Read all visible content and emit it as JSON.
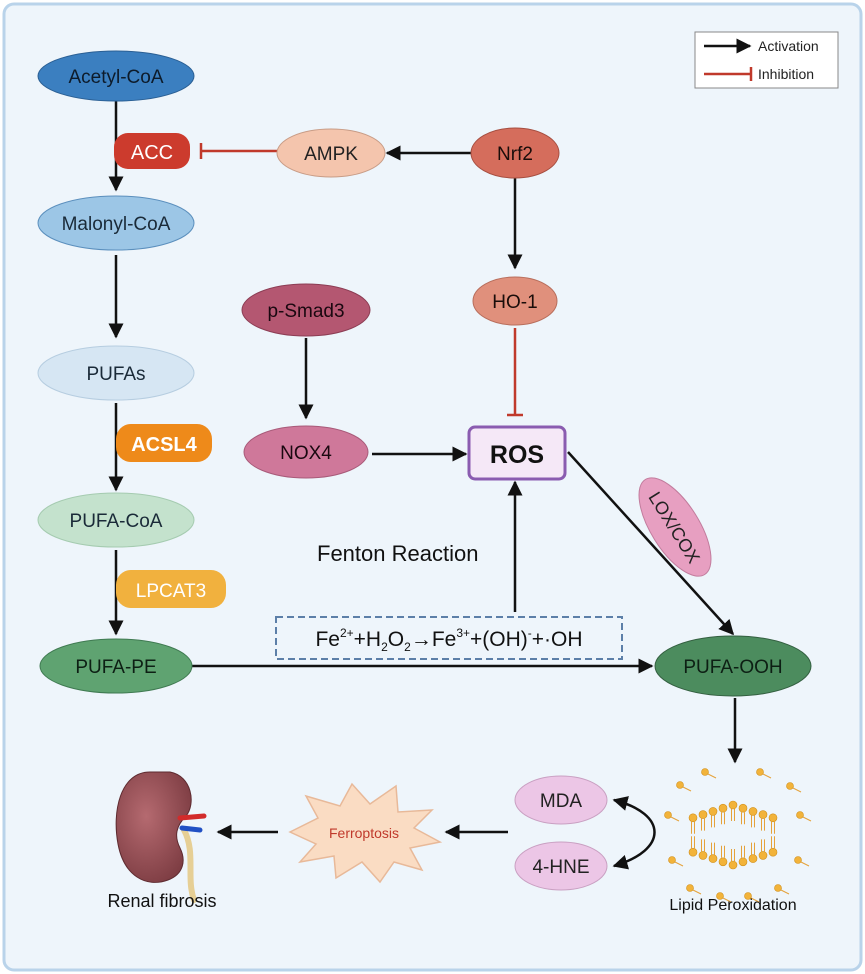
{
  "legend": {
    "activation_label": "Activation",
    "inhibition_label": "Inhibition",
    "activation_color": "#111111",
    "inhibition_color": "#c0392b"
  },
  "nodes": {
    "acetyl_coa": "Acetyl-CoA",
    "acc": "ACC",
    "malonyl_coa": "Malonyl-CoA",
    "pufas": "PUFAs",
    "acsl4": "ACSL4",
    "pufa_coa": "PUFA-CoA",
    "lpcat3": "LPCAT3",
    "pufa_pe": "PUFA-PE",
    "ampk": "AMPK",
    "nrf2": "Nrf2",
    "ho1": "HO-1",
    "psmad3": "p-Smad3",
    "nox4": "NOX4",
    "ros": "ROS",
    "lox_cox": "LOX/COX",
    "pufa_ooh": "PUFA-OOH",
    "mda": "MDA",
    "hne": "4-HNE",
    "ferroptosis": "Ferroptosis"
  },
  "labels": {
    "fenton_reaction": "Fenton Reaction",
    "lipid_peroxidation": "Lipid Peroxidation",
    "renal_fibrosis": "Renal fibrosis"
  },
  "fenton_equation": {
    "fe": "Fe",
    "fe2_sup": "2+",
    "plus_h": "+H",
    "h_sub": "2",
    "o": "O",
    "o_sub": "2",
    "arrow_fe": "→Fe",
    "fe3_sup": "3+",
    "oh_part": "+(OH)",
    "oh_sup": "-",
    "radical": "+·OH"
  },
  "colors": {
    "background": "#eef5fb",
    "border": "#b9d3ea",
    "acetyl_coa": "#3b7fc0",
    "malonyl_coa": "#9cc6e6",
    "pufas": "#d6e6f3",
    "pufa_coa": "#c4e2cd",
    "pufa_pe": "#5fa371",
    "pufa_ooh": "#4c8c5e",
    "acc": "#cc3b2d",
    "acsl4": "#ee8a1a",
    "lpcat3": "#f1b13e",
    "ampk": "#f4c5ad",
    "nrf2": "#d56d5c",
    "ho1": "#e0907c",
    "psmad3": "#b45771",
    "nox4": "#cf789a",
    "lox_cox": "#e79fc1",
    "ros_fill": "#f5e8f7",
    "ros_border": "#8a5cb0",
    "mda": "#ecc6e6",
    "hne": "#ecc6e6",
    "ferroptosis": "#fadcc3",
    "ferroptosis_text": "#c0392b",
    "equation_border": "#5c7fa8"
  }
}
